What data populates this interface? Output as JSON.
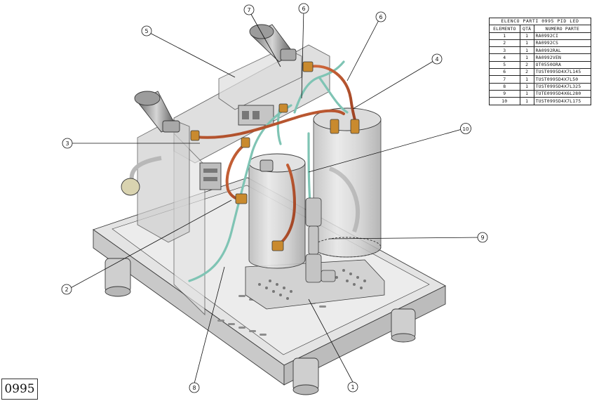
{
  "bom": {
    "title": "ELENCO PARTI 0995 PID LED",
    "headers": [
      "ELEMENTO",
      "QTÀ",
      "NUMERO PARTE"
    ],
    "rows": [
      [
        "1",
        "1",
        "RA0992CI"
      ],
      [
        "2",
        "1",
        "RA0992CS"
      ],
      [
        "3",
        "1",
        "RA0992RAL"
      ],
      [
        "4",
        "1",
        "RA0992VEN"
      ],
      [
        "5",
        "2",
        "OT0550ORA"
      ],
      [
        "6",
        "2",
        "TUST0995D4X7L145"
      ],
      [
        "7",
        "1",
        "TUST0995D4X7L50"
      ],
      [
        "8",
        "1",
        "TUST0995D4X7L325"
      ],
      [
        "9",
        "1",
        "TUTE0995D4X6L280"
      ],
      [
        "10",
        "1",
        "TUST0995D4X7L175"
      ]
    ]
  },
  "callouts": [
    "1",
    "2",
    "3",
    "4",
    "5",
    "6",
    "6",
    "7",
    "8",
    "9",
    "10"
  ],
  "drawing_number": "0995",
  "colors": {
    "copper_tube": "#b5502a",
    "teflon_tube": "#7fc4b4",
    "fitting": "#c98a2e",
    "frame_line": "#3a3a3a"
  }
}
